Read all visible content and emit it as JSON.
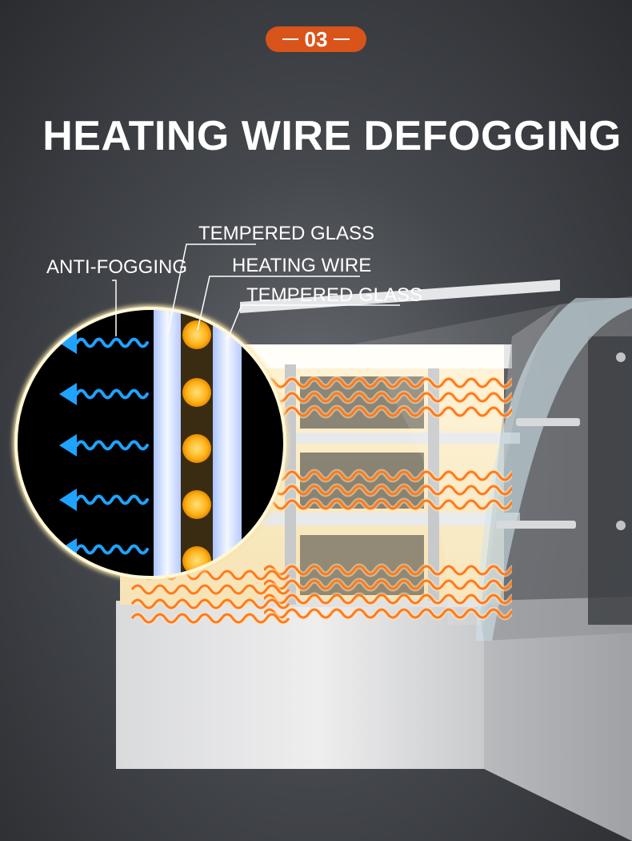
{
  "badge": {
    "number": "03",
    "color": "#d9541a"
  },
  "title": "HEATING WIRE DEFOGGING",
  "callouts": {
    "anti_fogging": "ANTI-FOGGING",
    "tempered_glass_outer": "TEMPERED GLASS",
    "heating_wire": "HEATING WIRE",
    "tempered_glass_inner": "TEMPERED GLASS"
  },
  "colors": {
    "heat_wave": "#ff7a1a",
    "fog_arrow": "#1fa3ff",
    "wire_dot": "#ffb319",
    "glass": "#dfe8ff"
  },
  "icons": {
    "fog_arrows": "arrow-left-wave-icon",
    "wire_dots": "heating-dot-icon"
  }
}
